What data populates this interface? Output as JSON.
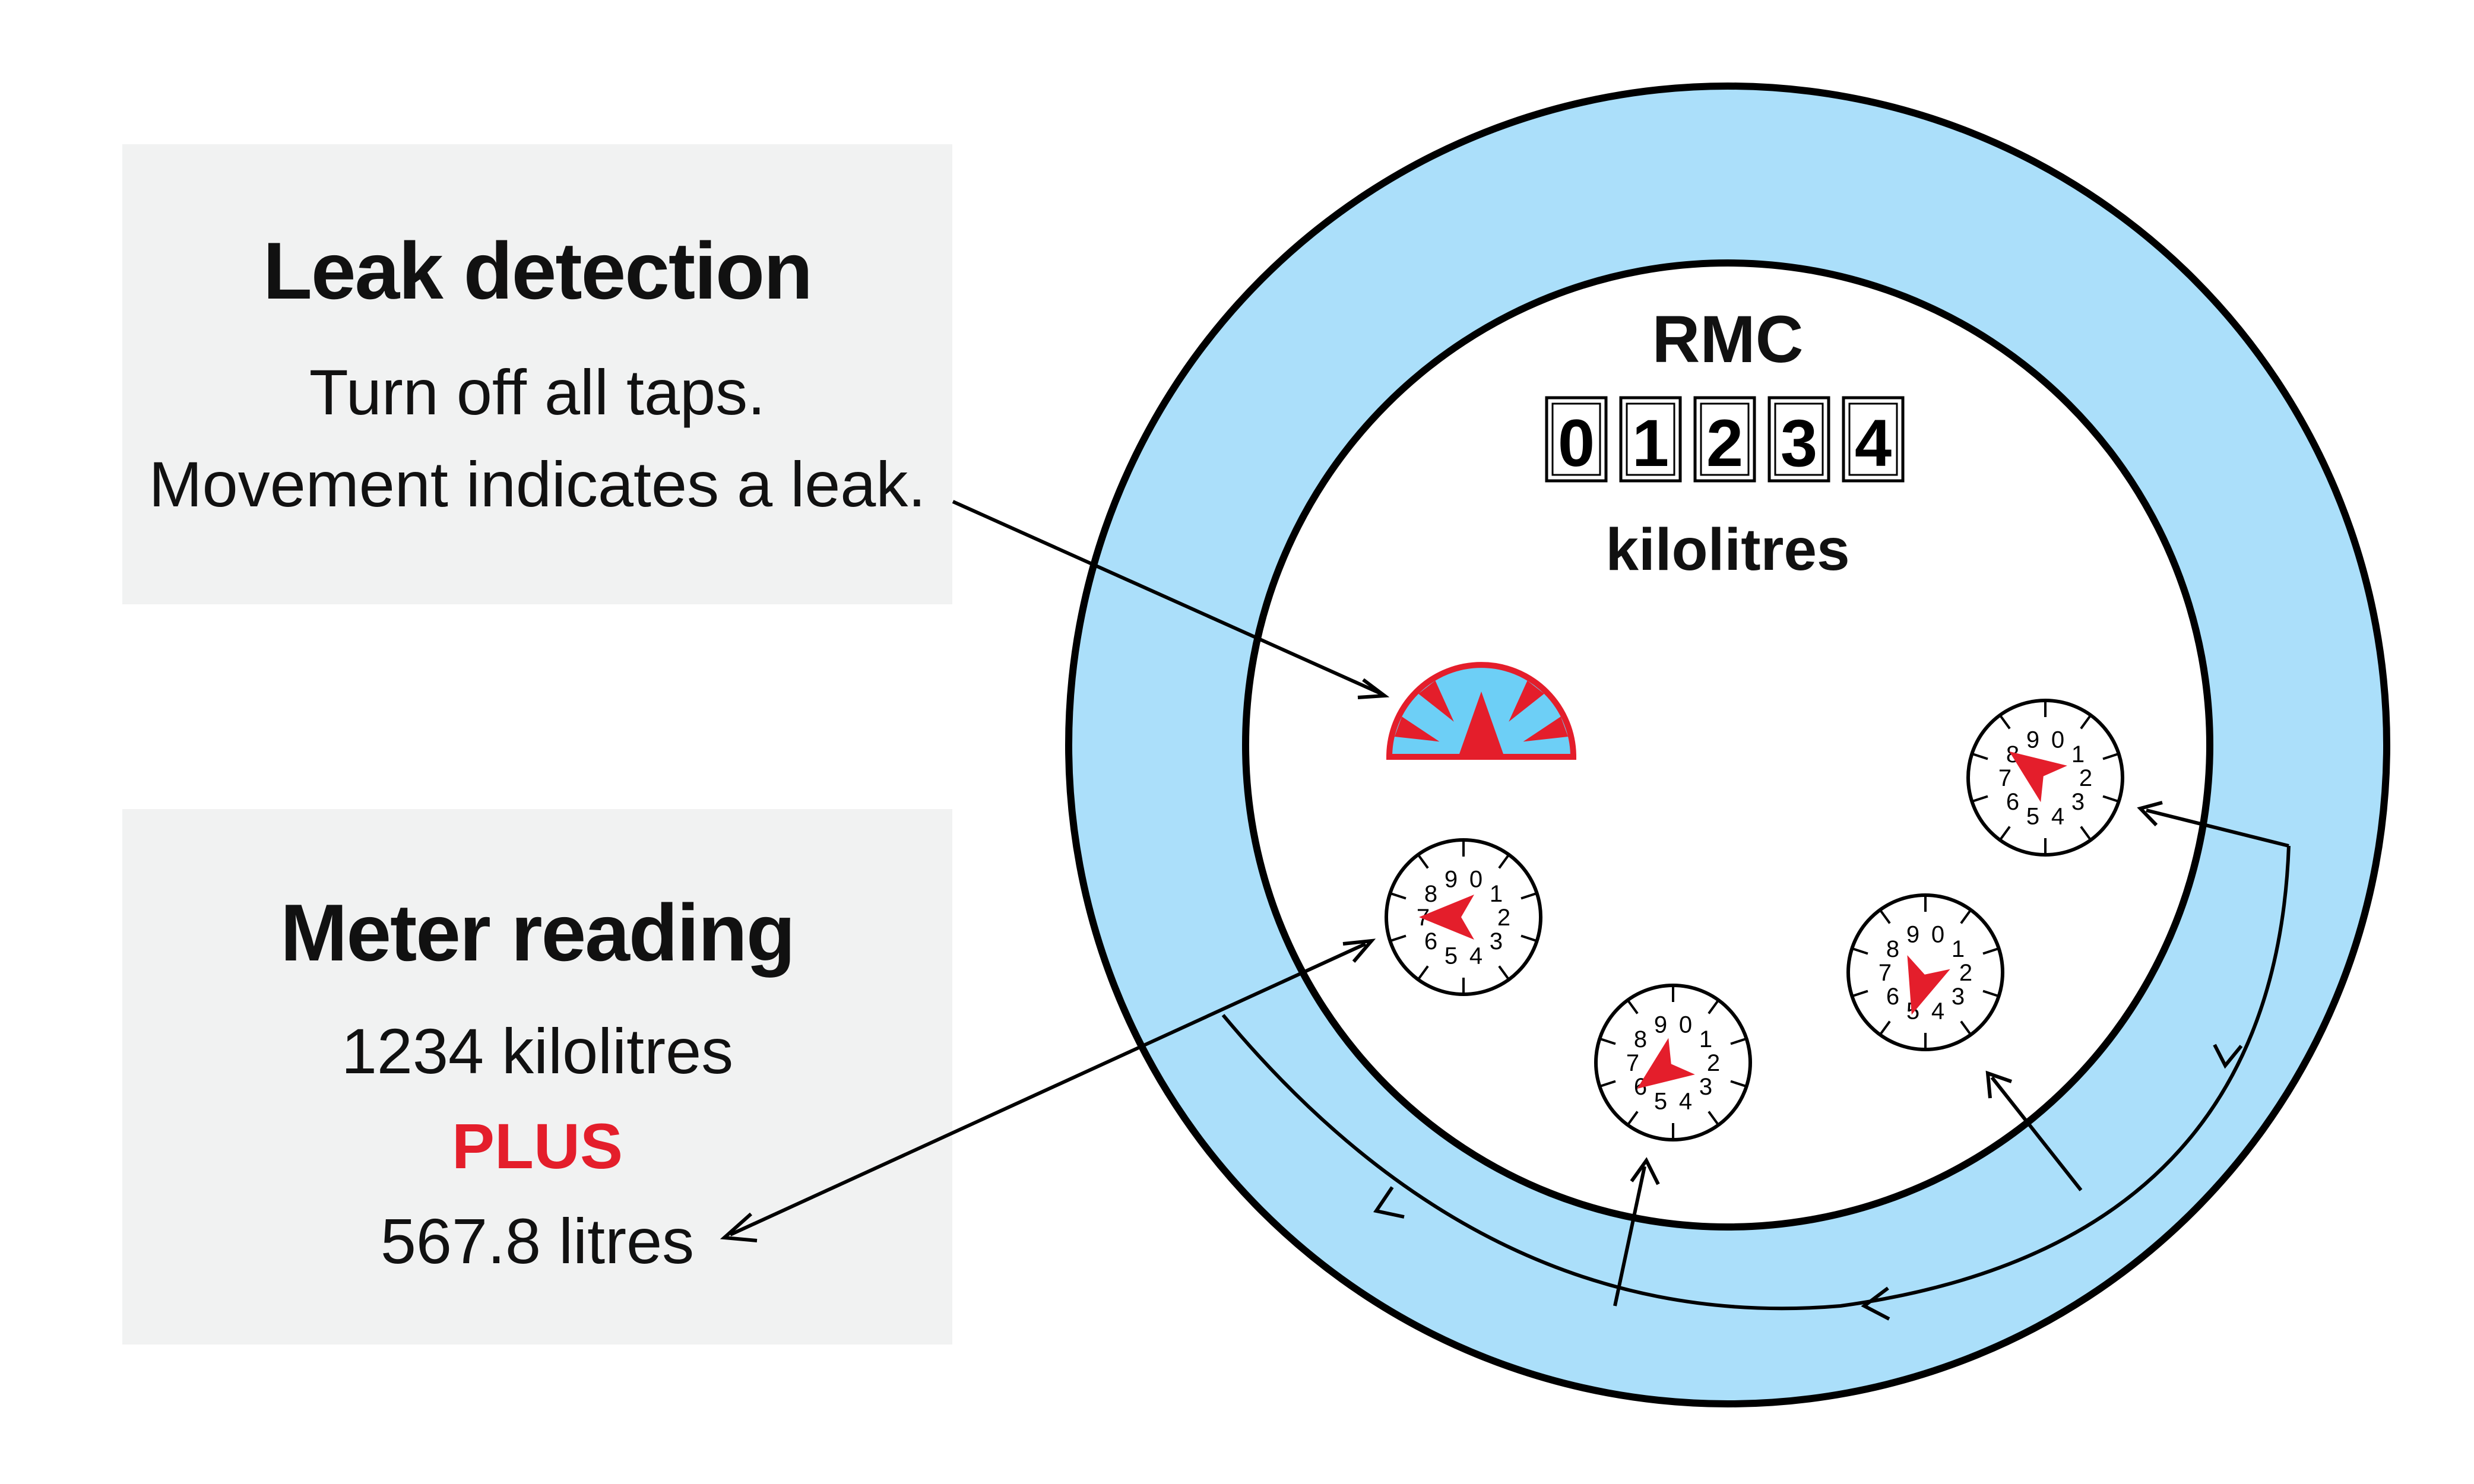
{
  "leak_detection": {
    "title": "Leak detection",
    "lines": [
      "Turn off all taps.",
      "Movement indicates a leak."
    ]
  },
  "meter_reading": {
    "title": "Meter reading",
    "line1": "1234 kilolitres",
    "plus": "PLUS",
    "line3": "567.8 litres"
  },
  "meter": {
    "brand": "RMC",
    "digits": [
      "0",
      "1",
      "2",
      "3",
      "4"
    ],
    "unit": "kilolitres",
    "dials": [
      {
        "id": "dial-a",
        "reading": 8
      },
      {
        "id": "dial-b",
        "reading": 7
      },
      {
        "id": "dial-c",
        "reading": 6
      },
      {
        "id": "dial-d",
        "reading": 5
      }
    ],
    "dial_numbers": [
      "0",
      "1",
      "2",
      "3",
      "4",
      "5",
      "6",
      "7",
      "8",
      "9"
    ]
  },
  "colors": {
    "ring": "#abdffa",
    "indicator": "#6dcff6",
    "pointer": "#e41e2b",
    "panel": "#f1f2f2",
    "outline": "#000000"
  }
}
